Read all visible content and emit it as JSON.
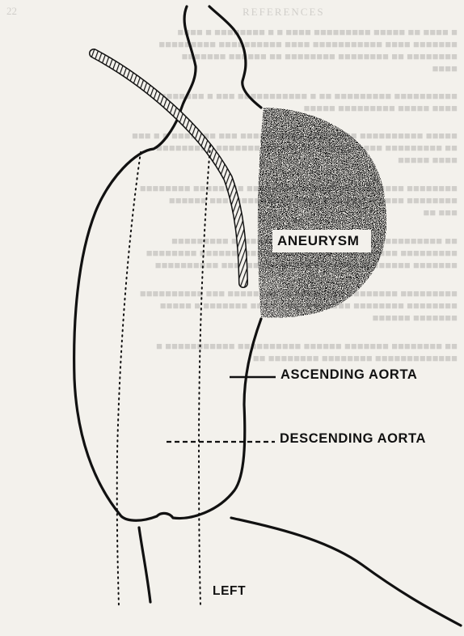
{
  "labels": {
    "aneurysm": "ANEURYSM",
    "ascending_aorta": "ASCENDING AORTA",
    "descending_aorta": "DESCENDING AORTA",
    "left": "LEFT"
  },
  "colors": {
    "paper": "#f3f1ec",
    "ink": "#111111",
    "stipple": "#1a1a1a"
  }
}
